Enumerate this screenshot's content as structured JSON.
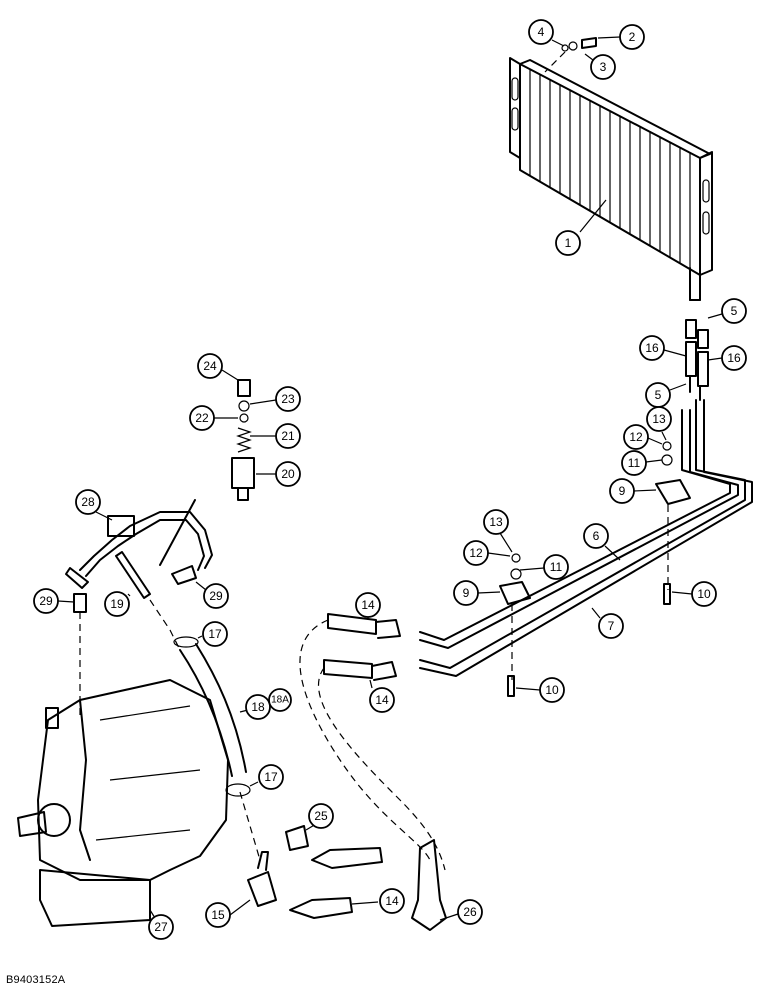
{
  "figure": {
    "reference_code": "B9403152A",
    "callouts": [
      {
        "id": "c1",
        "label": "1"
      },
      {
        "id": "c2",
        "label": "2"
      },
      {
        "id": "c3",
        "label": "3"
      },
      {
        "id": "c4",
        "label": "4"
      },
      {
        "id": "c5a",
        "label": "5"
      },
      {
        "id": "c5b",
        "label": "5"
      },
      {
        "id": "c6",
        "label": "6"
      },
      {
        "id": "c7",
        "label": "7"
      },
      {
        "id": "c9a",
        "label": "9"
      },
      {
        "id": "c9b",
        "label": "9"
      },
      {
        "id": "c10a",
        "label": "10"
      },
      {
        "id": "c10b",
        "label": "10"
      },
      {
        "id": "c11a",
        "label": "11"
      },
      {
        "id": "c11b",
        "label": "11"
      },
      {
        "id": "c12a",
        "label": "12"
      },
      {
        "id": "c12b",
        "label": "12"
      },
      {
        "id": "c13a",
        "label": "13"
      },
      {
        "id": "c13b",
        "label": "13"
      },
      {
        "id": "c14a",
        "label": "14"
      },
      {
        "id": "c14b",
        "label": "14"
      },
      {
        "id": "c14c",
        "label": "14"
      },
      {
        "id": "c15",
        "label": "15"
      },
      {
        "id": "c16a",
        "label": "16"
      },
      {
        "id": "c16b",
        "label": "16"
      },
      {
        "id": "c17a",
        "label": "17"
      },
      {
        "id": "c17b",
        "label": "17"
      },
      {
        "id": "c18",
        "label": "18"
      },
      {
        "id": "c18a",
        "label": "18A"
      },
      {
        "id": "c19",
        "label": "19"
      },
      {
        "id": "c20",
        "label": "20"
      },
      {
        "id": "c21",
        "label": "21"
      },
      {
        "id": "c22",
        "label": "22"
      },
      {
        "id": "c23",
        "label": "23"
      },
      {
        "id": "c24",
        "label": "24"
      },
      {
        "id": "c25",
        "label": "25"
      },
      {
        "id": "c26",
        "label": "26"
      },
      {
        "id": "c27",
        "label": "27"
      },
      {
        "id": "c28",
        "label": "28"
      },
      {
        "id": "c29a",
        "label": "29"
      },
      {
        "id": "c29b",
        "label": "29"
      }
    ]
  }
}
